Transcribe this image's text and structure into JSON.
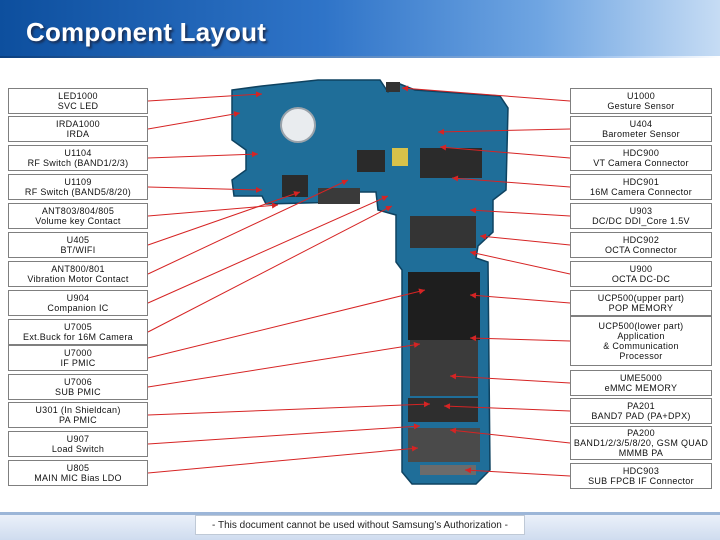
{
  "header": {
    "title": "Component Layout"
  },
  "left_labels": [
    {
      "line1": "LED1000",
      "line2": "SVC LED"
    },
    {
      "line1": "IRDA1000",
      "line2": "IRDA"
    },
    {
      "line1": "U1104",
      "line2": "RF Switch (BAND1/2/3)"
    },
    {
      "line1": "U1109",
      "line2": "RF Switch (BAND5/8/20)"
    },
    {
      "line1": "ANT803/804/805",
      "line2": "Volume key Contact"
    },
    {
      "line1": "U405",
      "line2": "BT/WIFI"
    },
    {
      "line1": "ANT800/801",
      "line2": "Vibration Motor Contact"
    },
    {
      "line1": "U904",
      "line2": "Companion IC"
    },
    {
      "line1": "U7005",
      "line2": "Ext.Buck for 16M Camera"
    },
    {
      "line1": "U7000",
      "line2": "IF PMIC"
    },
    {
      "line1": "U7006",
      "line2": "SUB PMIC"
    },
    {
      "line1": "U301 (In Shieldcan)",
      "line2": "PA PMIC"
    },
    {
      "line1": "U907",
      "line2": "Load Switch"
    },
    {
      "line1": "U805",
      "line2": "MAIN MIC Bias LDO"
    }
  ],
  "right_labels": [
    {
      "line1": "U1000",
      "line2": "Gesture Sensor"
    },
    {
      "line1": "U404",
      "line2": "Barometer Sensor"
    },
    {
      "line1": "HDC900",
      "line2": "VT Camera Connector"
    },
    {
      "line1": "HDC901",
      "line2": "16M Camera Connector"
    },
    {
      "line1": "U903",
      "line2": "DC/DC DDI_Core 1.5V"
    },
    {
      "line1": "HDC902",
      "line2": "OCTA Connector"
    },
    {
      "line1": "U900",
      "line2": "OCTA DC-DC"
    },
    {
      "line1": "UCP500(upper part)",
      "line2": "POP MEMORY"
    },
    {
      "line1": "UCP500(lower part)",
      "line2": "Application",
      "line3": "& Communication",
      "line4": "Processor"
    },
    {
      "line1": "UME5000",
      "line2": "eMMC MEMORY"
    },
    {
      "line1": "PA201",
      "line2": "BAND7 PAD (PA+DPX)"
    },
    {
      "line1": "PA200",
      "line2": "BAND1/2/3/5/8/20, GSM QUAD",
      "line3": "MMMB PA"
    },
    {
      "line1": "HDC903",
      "line2": "SUB FPCB IF Connector"
    }
  ],
  "footer": {
    "note": "- This document cannot be used without Samsung’s Authorization -"
  },
  "colors": {
    "header_dark": "#0d4f9e",
    "board": "#1f6e99",
    "leader": "#d62424"
  }
}
